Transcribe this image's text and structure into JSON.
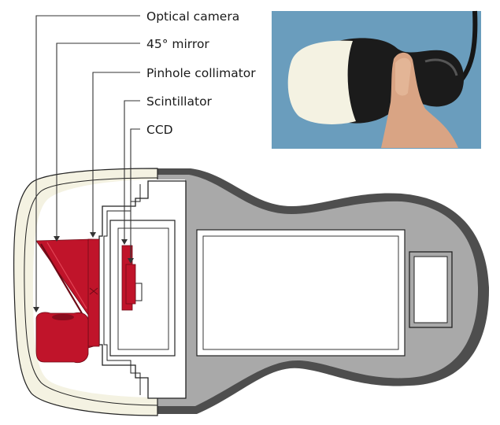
{
  "labels": {
    "optical_camera": "Optical camera",
    "mirror": "45° mirror",
    "pinhole_collimator": "Pinhole collimator",
    "scintillator": "Scintillator",
    "ccd": "CCD"
  },
  "colors": {
    "component_red": "#c0142a",
    "housing_gray": "#a9a9a9",
    "housing_dark": "#4e4e4e",
    "cap_cream": "#f4f2e2",
    "photo_background": "#6a9dbd"
  },
  "inset_photo": {
    "subject": "handheld-device-photo"
  }
}
